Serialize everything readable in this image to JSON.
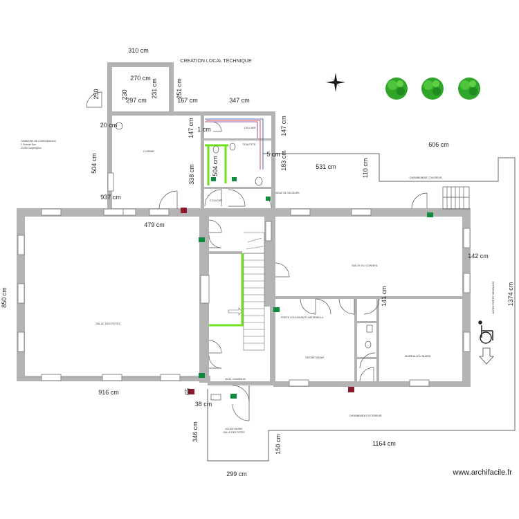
{
  "title": "CREATION LOCAL TECHNIQUE",
  "address": [
    "COMMUNE DE CORGENGOUX",
    "2 Grande Rue",
    "21250 Corgengoux"
  ],
  "dimensions": {
    "d310": "310 cm",
    "d270": "270 cm",
    "d250": "250",
    "d230": "230",
    "d297": "297 cm",
    "d231": "231 cm",
    "d251": "251 cm",
    "d167": "167 cm",
    "d347": "347 cm",
    "d20": "20 cm",
    "d147a": "147 cm",
    "d1": "1 cm",
    "d147b": "147 cm",
    "d5": "5 cm",
    "d183": "183 cm",
    "d504a": "504 cm",
    "d504b": "504 cm",
    "d338": "338 cm",
    "d606": "606 cm",
    "d531": "531 cm",
    "d110": "110 cm",
    "d937": "937 cm",
    "d479": "479 cm",
    "d142": "142 cm",
    "d850": "850 cm",
    "d1374": "1374 cm",
    "d141": "141 cm",
    "d916": "916 cm",
    "d65": "65",
    "d38": "38 cm",
    "d346": "346 cm",
    "d150": "150 cm",
    "d1164": "1164 cm",
    "d299": "299 cm"
  },
  "rooms": {
    "cuisine": "CUISINE",
    "cellier": "CELLIER",
    "toilettes": "TOILETTE",
    "couloir": "COULOIR",
    "issue_secours": "ISSUE DE SECOURS",
    "cheminement_haut": "CHEMINEMENT COUVREUR",
    "salle_conseil": "SALLE DU CONSEIL",
    "salle_fetes": "SALLE DES FETES",
    "porte": "PORTE COULISSANTE MATERNELLE",
    "secretariat": "SECRETARIAT",
    "bureau_maire": "BUREAU DU MAIRE",
    "hall": "HALL COMMUN",
    "acces": [
      "ACCES MAIRIE",
      "SALLE DES FETES"
    ],
    "cheminement_bas": "CHEMINEMENT EXTERIEUR",
    "side_text": "ACCES PMR ET VEHICULES"
  },
  "watermark": "www.archifacile.fr",
  "colors": {
    "wall": "#b3b3b3",
    "accent_green": "#6ee11c",
    "exit_green": "#0e8a3c",
    "alarm_red": "#8b1a2b",
    "tree_green": "#2fa52a"
  },
  "icons": [
    "compass-icon",
    "tree-icon",
    "tree-icon",
    "tree-icon",
    "wheelchair-icon",
    "arrow-down-icon",
    "emergency-exit-icon",
    "fire-alarm-icon",
    "door-icon",
    "window-icon",
    "toilet-icon",
    "sink-icon",
    "staircase-icon"
  ]
}
